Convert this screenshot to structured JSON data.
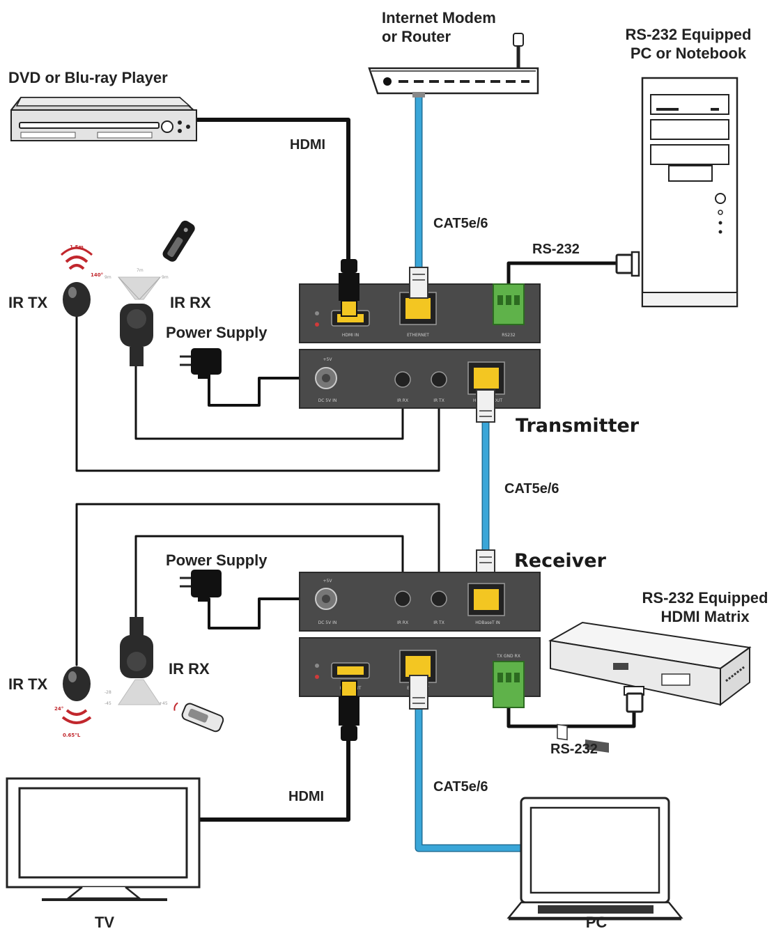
{
  "labels": {
    "modem": [
      "Internet Modem",
      "or Router"
    ],
    "pc_top": [
      "RS-232 Equipped",
      "PC or Notebook"
    ],
    "dvd": "DVD or Blu-ray Player",
    "hdmi_top": "HDMI",
    "cat_top": "CAT5e/6",
    "rs232_top": "RS-232",
    "ir_tx_top": "IR TX",
    "ir_rx_top": "IR RX",
    "power_top": "Power Supply",
    "transmitter": "Transmitter",
    "cat_mid": "CAT5e/6",
    "receiver": "Receiver",
    "power_bottom": "Power Supply",
    "matrix": [
      "RS-232 Equipped",
      "HDMI Matrix"
    ],
    "ir_tx_bottom": "IR TX",
    "ir_rx_bottom": "IR RX",
    "rs232_bottom": "RS-232",
    "hdmi_bottom": "HDMI",
    "cat_bottom": "CAT5e/6",
    "tv": "TV",
    "pc": "PC"
  },
  "colors": {
    "cat_cable": "#3aa6d8",
    "device_dark": "#4a4a4a",
    "connector_yellow": "#f3c622",
    "terminal_green": "#5fb24a",
    "ir_red": "#c1272d"
  }
}
